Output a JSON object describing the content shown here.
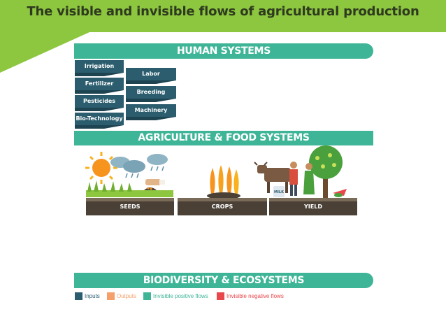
{
  "title": "The visible and invisible flows of agricultural production",
  "bands": {
    "human": "HUMAN SYSTEMS",
    "agriculture": "AGRICULTURE & FOOD SYSTEMS",
    "biodiversity": "BIODIVERSITY & ECOSYSTEMS"
  },
  "human_inputs_left": [
    "Irrigation",
    "Fertilizer",
    "Pesticides",
    "Bio-Technology"
  ],
  "human_inputs_right": [
    "Labor",
    "Breeding",
    "Machinery"
  ],
  "stages": [
    "SEEDS",
    "CROPS",
    "YIELD"
  ],
  "milk_label": "MILK",
  "legend": [
    {
      "label": "Inputs",
      "color": "#2b5d6e",
      "text_color": "#2b5d6e"
    },
    {
      "label": "Outputs",
      "color": "#f5a06a",
      "text_color": "#f5a06a"
    },
    {
      "label": "Invisible positive flows",
      "color": "#3fb597",
      "text_color": "#3fb597"
    },
    {
      "label": "Invisible negative flows",
      "color": "#e8474b",
      "text_color": "#e8474b"
    }
  ],
  "colors": {
    "title_bar": "#8dc63f",
    "band": "#3fb597",
    "input_tag": "#2b5d6e",
    "ground": "#4a4036"
  }
}
